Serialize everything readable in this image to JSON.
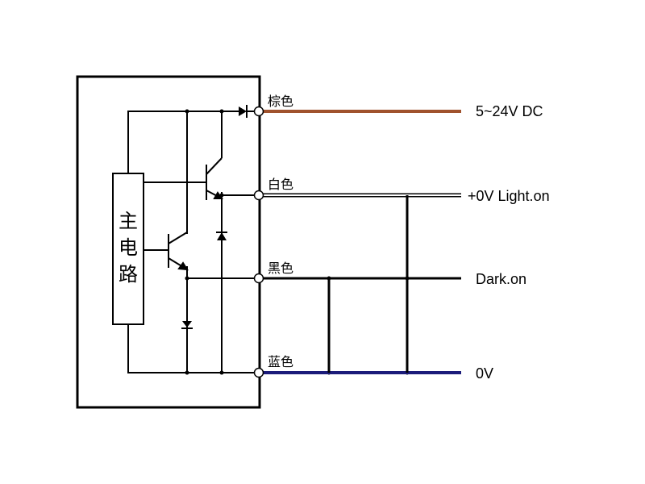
{
  "main_circuit": {
    "label_line1": "主",
    "label_line2": "电",
    "label_line3": "路"
  },
  "wires": [
    {
      "name": "brown",
      "color_label": "棕色",
      "output": "5~24V DC",
      "color": "#a0522d"
    },
    {
      "name": "white",
      "color_label": "白色",
      "output": "+0V Light.on",
      "color": "#ffffff"
    },
    {
      "name": "black",
      "color_label": "黑色",
      "output": "Dark.on",
      "color": "#000000"
    },
    {
      "name": "blue",
      "color_label": "蓝色",
      "output": "0V",
      "color": "#1c1c7a"
    }
  ]
}
